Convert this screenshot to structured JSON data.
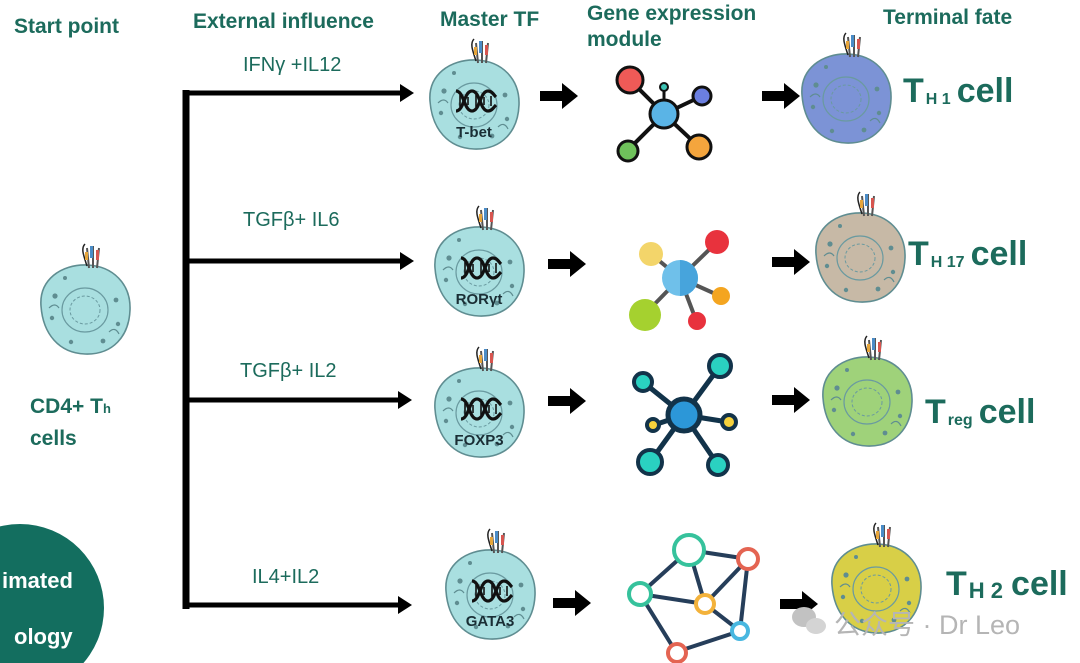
{
  "headers": {
    "start_point": "Start point",
    "external_influence": "External influence",
    "master_tf": "Master TF",
    "gene_expression_module": [
      "Gene expression",
      "module"
    ],
    "terminal_fate": "Terminal fate"
  },
  "start_cell": {
    "line1": "CD4+ T",
    "sub": "h",
    "line2": "cells"
  },
  "pathways": [
    {
      "influence": "IFNγ +IL12",
      "tf": "T-bet",
      "fate_main": "T",
      "fate_sub": "H 1",
      "fate_suffix": "cell",
      "fate_color": "#7c93d6"
    },
    {
      "influence": "TGFβ+ IL6",
      "tf": "RORγt",
      "fate_main": "T",
      "fate_sub": "H 17",
      "fate_suffix": "cell",
      "fate_color": "#c7b9a6"
    },
    {
      "influence": "TGFβ+ IL2",
      "tf": "FOXP3",
      "fate_main": "T",
      "fate_sub": "reg",
      "fate_suffix": "cell",
      "fate_color": "#9fd27a"
    },
    {
      "influence": "IL4+IL2",
      "tf": "GATA3",
      "fate_main": "T",
      "fate_sub": "H 2",
      "fate_suffix": "cell",
      "fate_color": "#d8cf47"
    }
  ],
  "logo": {
    "line1": "imated",
    "line2": "ology"
  },
  "watermark": "公众号 · Dr Leo",
  "colors": {
    "header_text": "#1c6b5c",
    "naive_cell": "#a9dfe0",
    "logo_bg": "#136e5f"
  }
}
